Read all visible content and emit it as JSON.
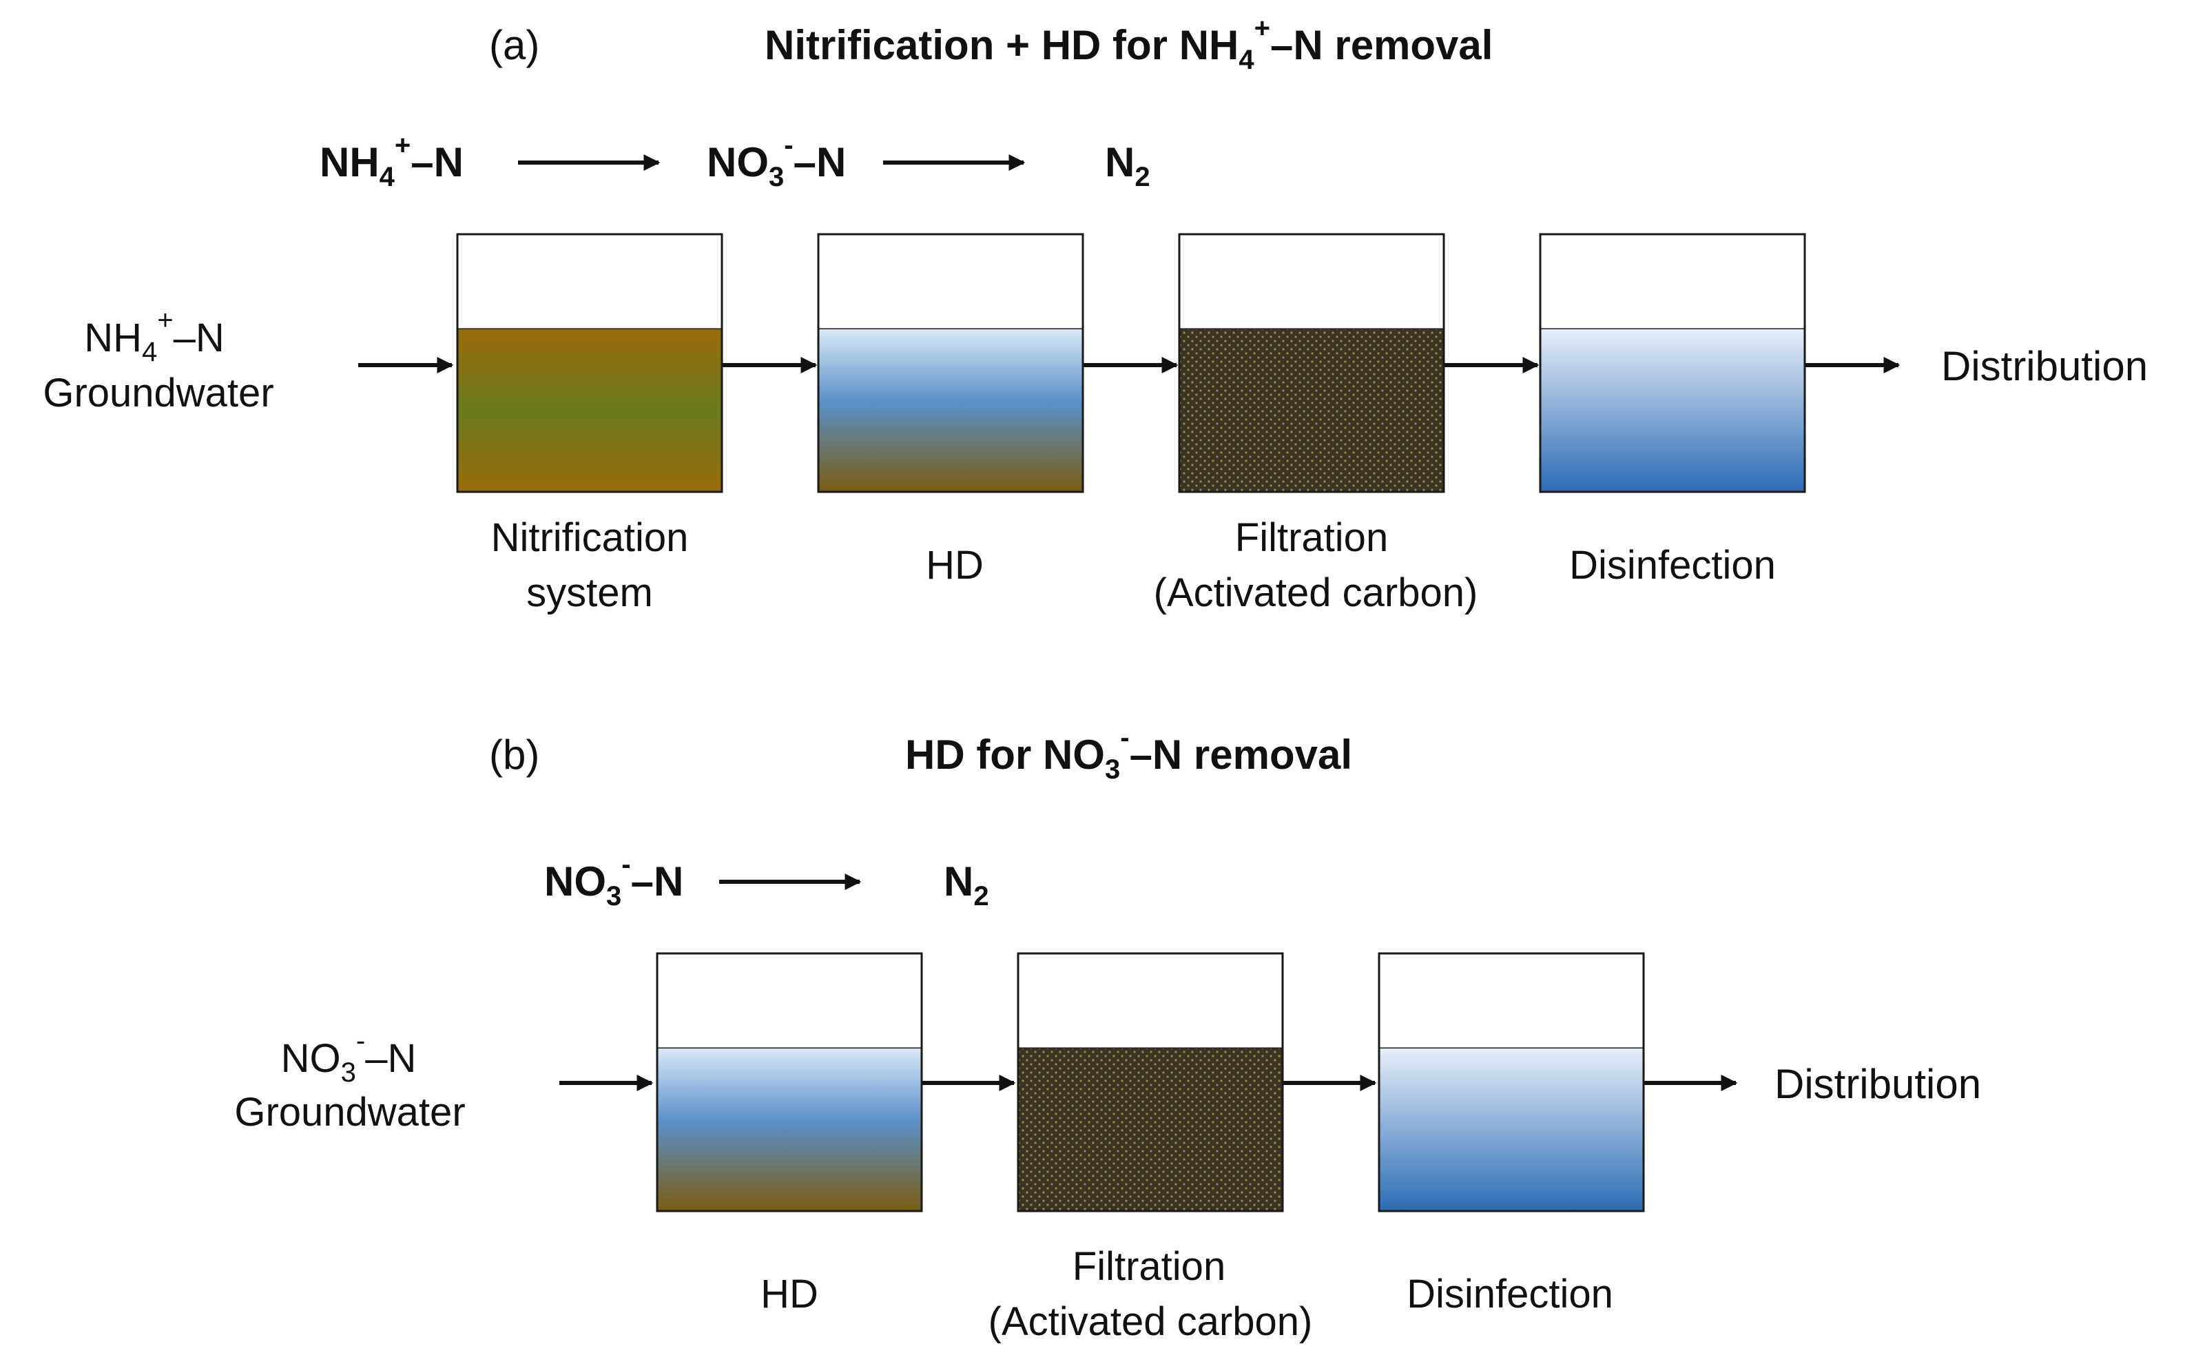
{
  "panel_a": {
    "label": "(a)",
    "title": {
      "main": "Nitrification + HD for NH",
      "sub": "4",
      "sup": "+",
      "rest": "–N removal"
    },
    "reaction": {
      "species1": {
        "main": "NH",
        "sub": "4",
        "sup": "+",
        "rest": "–N"
      },
      "species2": {
        "main": "NO",
        "sub": "3",
        "sup": "-",
        "rest": "–N"
      },
      "species3": {
        "main": "N",
        "sub": "2"
      }
    },
    "input": {
      "main": "NH",
      "sub": "4",
      "sup": "+",
      "rest": "–N",
      "line2": "Groundwater"
    },
    "tanks": [
      {
        "line1": "Nitrification",
        "line2": "system",
        "fill": "nitrification"
      },
      {
        "line1": "HD",
        "line2": "",
        "fill": "hd"
      },
      {
        "line1": "Filtration",
        "line2": "(Activated carbon)",
        "fill": "carbon"
      },
      {
        "line1": "Disinfection",
        "line2": "",
        "fill": "disinfection"
      }
    ],
    "output": "Distribution"
  },
  "panel_b": {
    "label": "(b)",
    "title": {
      "main": "HD for NO",
      "sub": "3",
      "sup": "-",
      "rest": "–N removal"
    },
    "reaction": {
      "species1": {
        "main": "NO",
        "sub": "3",
        "sup": "-",
        "rest": "–N"
      },
      "species2": {
        "main": "N",
        "sub": "2"
      }
    },
    "input": {
      "main": "NO",
      "sub": "3",
      "sup": "-",
      "rest": "–N",
      "line2": "Groundwater"
    },
    "tanks": [
      {
        "line1": "HD",
        "line2": "",
        "fill": "hd"
      },
      {
        "line1": "Filtration",
        "line2": "(Activated carbon)",
        "fill": "carbon"
      },
      {
        "line1": "Disinfection",
        "line2": "",
        "fill": "disinfection"
      }
    ],
    "output": "Distribution"
  },
  "colors": {
    "nitrification_top": "#9a6a0a",
    "nitrification_mid": "#6a7a1e",
    "hd_top": "#d8e8f6",
    "hd_mid": "#5a90c8",
    "hd_bottom": "#7a5c10",
    "carbon_bg": "#3a3424",
    "carbon_dot": "#9a8a3a",
    "disinfection_top": "#e6eef8",
    "disinfection_bottom": "#2c6cb4"
  }
}
